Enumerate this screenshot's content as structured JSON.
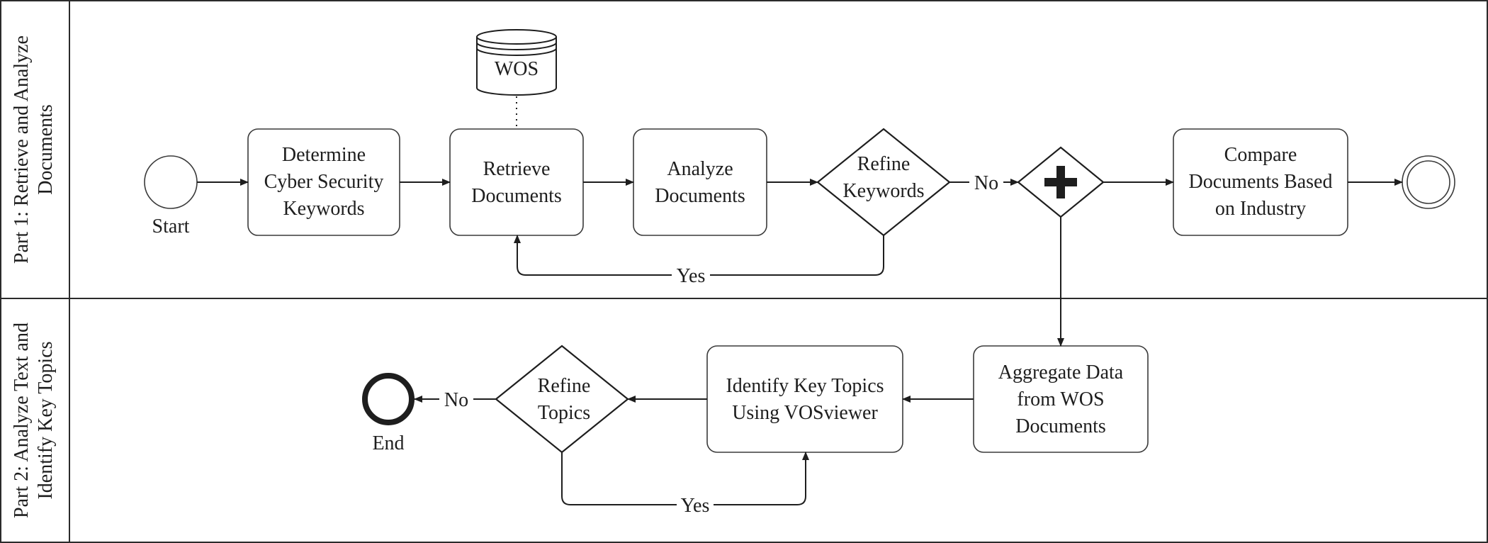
{
  "lanes": {
    "part1": {
      "line1": "Part 1: Retrieve  and Analyze",
      "line2": "Documents"
    },
    "part2": {
      "line1": "Part 2: Analyze Text and",
      "line2": "Identify Key Topics"
    }
  },
  "events": {
    "start": "Start",
    "end": "End"
  },
  "datastore": {
    "label": "WOS"
  },
  "tasks": {
    "determine": [
      "Determine",
      "Cyber Security",
      "Keywords"
    ],
    "retrieve": [
      "Retrieve",
      "Documents"
    ],
    "analyze": [
      "Analyze",
      "Documents"
    ],
    "compare": [
      "Compare",
      "Documents Based",
      "on Industry"
    ],
    "aggregate": [
      "Aggregate Data",
      "from WOS",
      "Documents"
    ],
    "identify": [
      "Identify Key Topics",
      "Using VOSviewer"
    ]
  },
  "gateways": {
    "refine_keywords": [
      "Refine",
      "Keywords"
    ],
    "refine_topics": [
      "Refine",
      "Topics"
    ]
  },
  "flow_labels": {
    "keywords_no": "No",
    "keywords_yes": "Yes",
    "topics_no": "No",
    "topics_yes": "Yes"
  }
}
